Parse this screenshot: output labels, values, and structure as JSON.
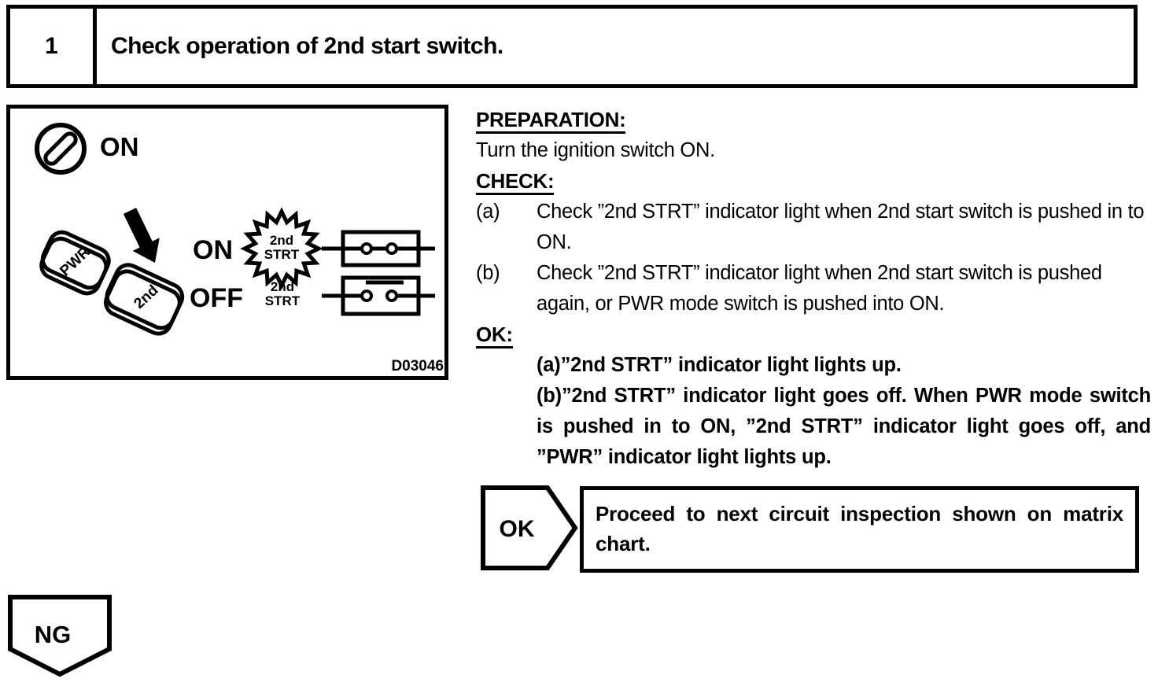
{
  "step": {
    "number": "1",
    "title": "Check operation of 2nd start switch."
  },
  "figure": {
    "ignition_state_label": "ON",
    "rocker_pwr_label": "PWR",
    "rocker_2nd_label": "2nd",
    "on_row_label": "ON",
    "off_row_label": "OFF",
    "indicator_line1": "2nd",
    "indicator_line2": "STRT",
    "figure_code": "D03046"
  },
  "procedure": {
    "preparation_heading": "PREPARATION:",
    "preparation_text": "Turn the ignition switch ON.",
    "check_heading": "CHECK:",
    "check_items": [
      {
        "label": "(a)",
        "text": "Check ”2nd STRT” indicator light when 2nd start switch is pushed in to ON."
      },
      {
        "label": "(b)",
        "text": "Check ”2nd STRT” indicator light when 2nd start switch is pushed again, or PWR mode switch is pushed into ON."
      }
    ],
    "ok_heading": "OK:",
    "ok_results": [
      "(a)”2nd STRT” indicator light lights up.",
      "(b)”2nd STRT” indicator light goes off. When PWR mode switch is pushed in to ON, ”2nd STRT” indicator light goes off, and ”PWR” indicator light lights up."
    ]
  },
  "flow": {
    "ok_label": "OK",
    "ok_action": "Proceed to next circuit inspection shown on matrix chart.",
    "ng_label": "NG"
  }
}
